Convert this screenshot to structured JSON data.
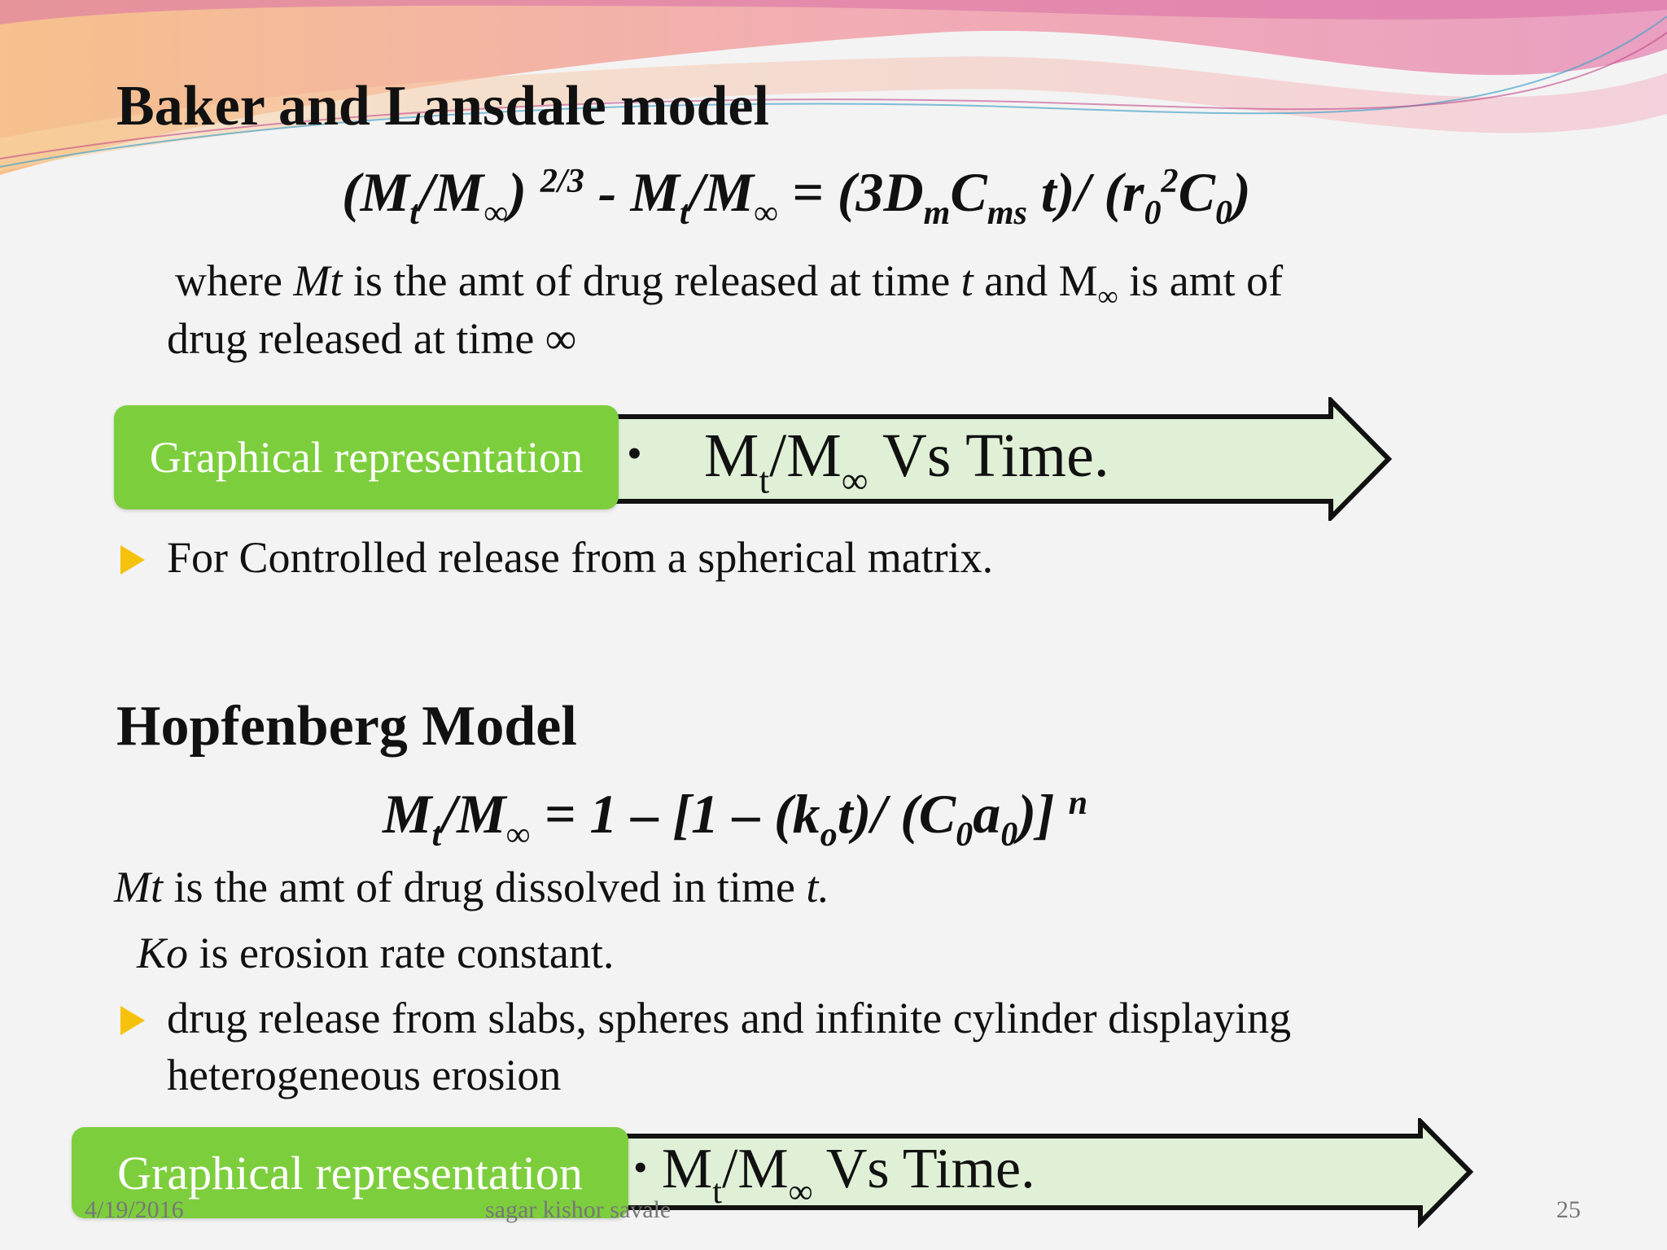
{
  "slide": {
    "colors": {
      "accent_green": "#7dce3d",
      "arrow_fill": "#dff0d6",
      "bullet": "#f5c20b"
    },
    "section1": {
      "title": "Baker and Lansdale model",
      "eq": {
        "lhs_M": "M",
        "sub_t": "t",
        "slash": "/M",
        "sub_inf": "∞",
        "paren_close": ")",
        "exp": "2/3",
        "minus": " - M",
        "sub_t2": "t",
        "slash2": "/M",
        "sub_inf2": "∞",
        "equals": " = (3D",
        "sub_m": "m",
        "C": "C",
        "sub_ms": "ms",
        "t_part": " t)/ (r",
        "sub_0": "0",
        "sup_2": "2",
        "C2": "C",
        "sub_0b": "0",
        "close": ")"
      },
      "desc_line1": {
        "a": "where ",
        "Mt": "Mt",
        "b": " is the amt of drug released at time ",
        "t": "t",
        "c": " and M",
        "sub_inf": "∞",
        "d": " is amt of"
      },
      "desc_line2": "drug released at time ∞",
      "graph_label": "Graphical representation",
      "graph_text": {
        "bullet": "•",
        "M": "M",
        "sub_t": "t",
        "mid": "/M",
        "sub_inf": "∞",
        "rest": " Vs  Time."
      },
      "bullet": "For Controlled release from a spherical matrix."
    },
    "section2": {
      "title": "Hopfenberg Model",
      "eq": {
        "M": "M",
        "sub_t": "t",
        "slash": "/M",
        "sub_inf": "∞",
        "eq1": " = 1 – [1 – (k",
        "sub_o": "o",
        "t_part": "t)/ (C",
        "sub_0": "0",
        "a": "a",
        "sub_0b": "0",
        "close": ")]",
        "sup_n": "n"
      },
      "line_mt": {
        "Mt": "Mt",
        "rest": "  is the amt of drug dissolved in time ",
        "t": "t."
      },
      "line_ko": {
        "Ko": "Ko",
        "rest": " is erosion rate constant."
      },
      "bullet_line1": "drug release from slabs, spheres and infinite cylinder displaying",
      "bullet_line2": "heterogeneous erosion",
      "graph_label": "Graphical representation",
      "graph_text": {
        "bullet": "•",
        "M": "M",
        "sub_t": "t",
        "mid": "/M",
        "sub_inf": "∞",
        "rest": " Vs  Time."
      }
    },
    "footer": {
      "date": "4/19/2016",
      "author": "sagar kishor savale",
      "page": "25"
    }
  }
}
